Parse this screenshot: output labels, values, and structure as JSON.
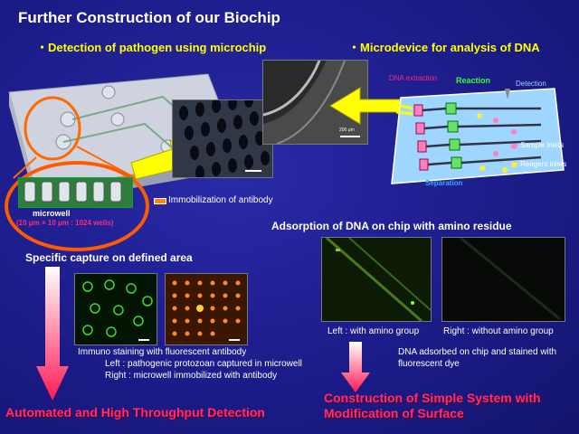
{
  "title": "Further Construction of our Biochip",
  "left_heading": "・Detection of pathogen using microchip",
  "right_heading": "・Microdevice for analysis of DNA",
  "microwell_label": "microwell",
  "microwell_spec": "(10 μm × 10 μm : 1024 wells)",
  "immobilization_label": "Immobilization of antibody",
  "scale_label": "200 μm",
  "dna_device": {
    "extraction": "DNA extraction",
    "reaction": "Reaction",
    "detection": "Detection",
    "sample_inlets": ":Sample inlets",
    "reagent_inlets": ":Reagent inlets",
    "separation": "Separation"
  },
  "specific_capture_heading": "Specific capture on defined area",
  "immuno_caption": {
    "line1": "Immuno staining with fluorescent antibody",
    "line2": "Left : pathogenic protozoan captured in microwell",
    "line3": "Right : microwell immobilized with antibody"
  },
  "adsorption_heading": "Adsorption of DNA on chip with amino residue",
  "amino_left": "Left : with amino group",
  "amino_right": "Right : without amino group",
  "dna_caption": "DNA adsorbed on chip and stained with fluorescent dye",
  "bottom_left": "Automated and High Throughput Detection",
  "bottom_right": "Construction of Simple System with Modification of Surface",
  "colors": {
    "background": "#1c1c8a",
    "accent_yellow": "#ffff00",
    "magenta": "#ff2a7a",
    "green": "#33cc33"
  }
}
